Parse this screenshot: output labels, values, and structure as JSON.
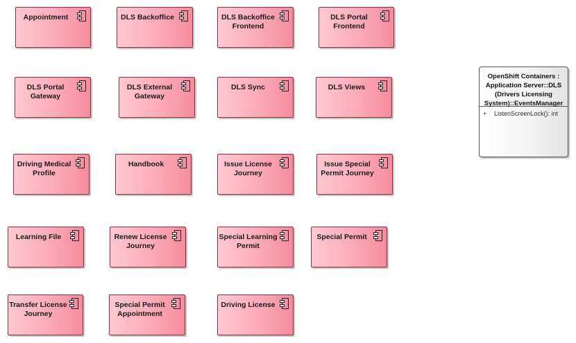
{
  "components": [
    {
      "name": "component-appointment",
      "label": "Appointment"
    },
    {
      "name": "component-dls-backoffice",
      "label": "DLS Backoffice"
    },
    {
      "name": "component-dls-backoffice-frontend",
      "label": "DLS Backoffice Frontend"
    },
    {
      "name": "component-dls-portal-frontend",
      "label": "DLS Portal Frontend"
    },
    {
      "name": "component-dls-portal-gateway",
      "label": "DLS Portal Gateway"
    },
    {
      "name": "component-dls-external-gateway",
      "label": "DLS External Gateway"
    },
    {
      "name": "component-dls-sync",
      "label": "DLS Sync"
    },
    {
      "name": "component-dls-views",
      "label": "DLS Views"
    },
    {
      "name": "component-driving-medical-profile",
      "label": "Driving Medical Profile"
    },
    {
      "name": "component-handbook",
      "label": "Handbook"
    },
    {
      "name": "component-issue-license-journey",
      "label": "Issue License Journey"
    },
    {
      "name": "component-issue-special-permit-journey",
      "label": "Issue Special Permit Journey"
    },
    {
      "name": "component-learning-file",
      "label": "Learning File"
    },
    {
      "name": "component-renew-license-journey",
      "label": "Renew License Journey"
    },
    {
      "name": "component-special-learning-permit",
      "label": "Special Learning Permit"
    },
    {
      "name": "component-special-permit",
      "label": "Special Permit"
    },
    {
      "name": "component-transfer-license-journey",
      "label": "Transfer License Journey"
    },
    {
      "name": "component-special-permit-appointment",
      "label": "Special Permit Appointment"
    },
    {
      "name": "component-driving-license",
      "label": "Driving License"
    }
  ],
  "class_element": {
    "title": "OpenShift Containers : Application Server::DLS (Drivers Licensing System)::EventsManager",
    "operation_visibility": "+",
    "operation": "ListenScreenLock(): int"
  },
  "colors": {
    "component_fill_light": "#ffc9d2",
    "component_fill_dark": "#f58c9e",
    "component_border": "#8e2d3c",
    "class_fill": "#f3f3f3",
    "class_border": "#555555"
  },
  "icons": {
    "component": "uml-component-icon"
  }
}
